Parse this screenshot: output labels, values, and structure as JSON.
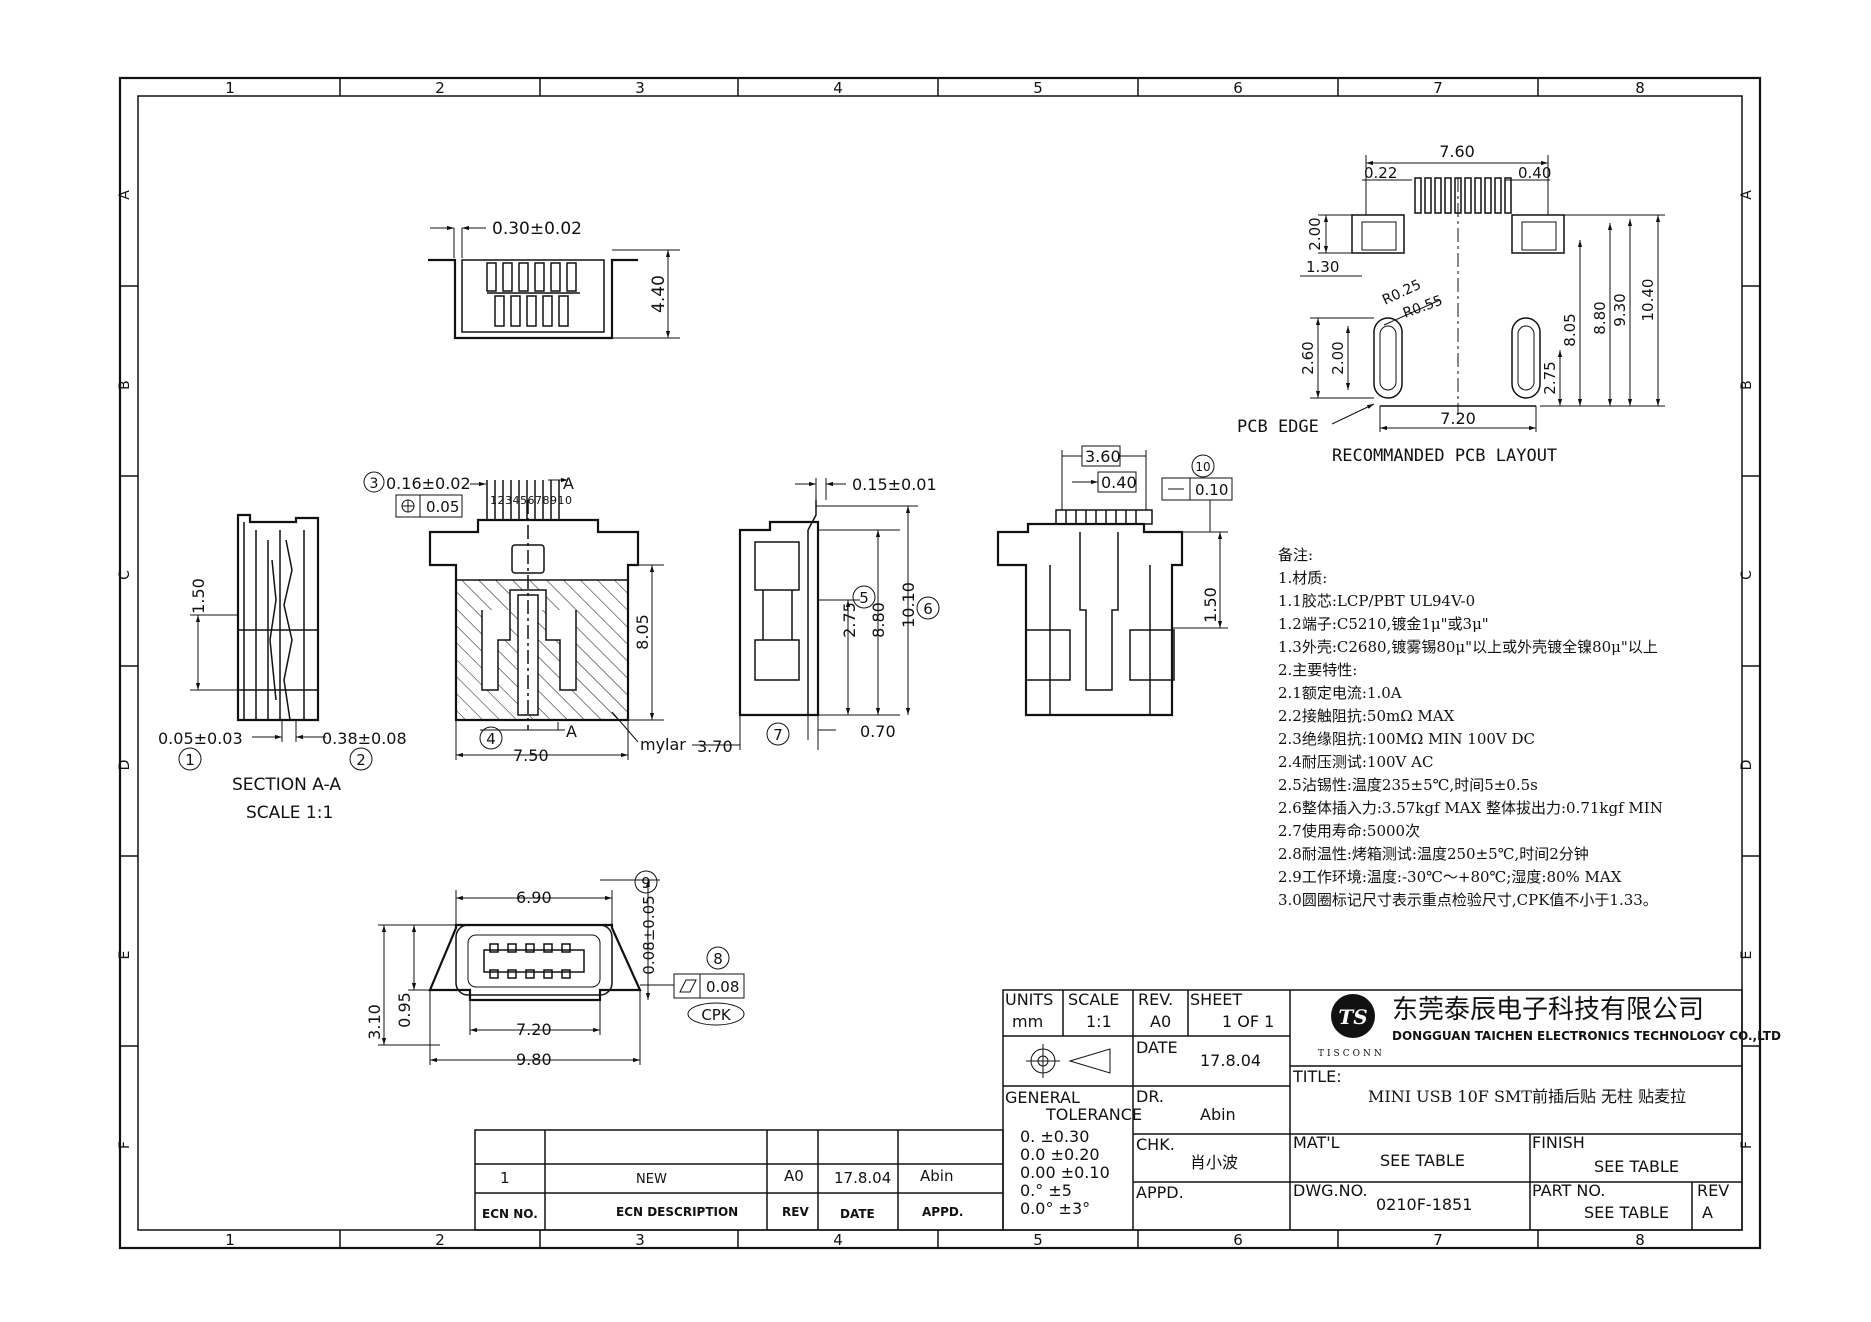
{
  "frame": {
    "col_labels": [
      "1",
      "2",
      "3",
      "4",
      "5",
      "6",
      "7",
      "8"
    ],
    "row_labels": [
      "A",
      "B",
      "C",
      "D",
      "E",
      "F"
    ]
  },
  "top_view": {
    "pin_pitch": "0.30±0.02",
    "height": "4.40"
  },
  "pcb_layout": {
    "width_total": "7.60",
    "pad_small": "0.22",
    "pad_pitch": "0.40",
    "dim_200a": "2.00",
    "dim_130": "1.30",
    "r025": "R0.25",
    "r055": "R0.55",
    "dim_260": "2.60",
    "dim_200b": "2.00",
    "dim_805": "8.05",
    "dim_880": "8.80",
    "dim_930": "9.30",
    "dim_1040": "10.40",
    "dim_275": "2.75",
    "width_720": "7.20",
    "pcb_edge": "PCB EDGE",
    "caption": "RECOMMANDED PCB LAYOUT"
  },
  "section_aa": {
    "dim_150": "1.50",
    "dim_a": "0.05±0.03",
    "dim_b": "0.38±0.08",
    "circ_1": "1",
    "circ_2": "2",
    "title": "SECTION A-A",
    "scale": "SCALE 1:1"
  },
  "front_view": {
    "circ_3": "3",
    "tol": "0.16±0.02",
    "flat": "0.05",
    "pins": "12345678910",
    "section_mark": "A",
    "dim_805": "8.05",
    "circ_4": "4",
    "width": "7.50",
    "section_mark_b": "A",
    "mylar": "mylar"
  },
  "side_view": {
    "tol": "0.15±0.01",
    "circ_5": "5",
    "dim_275": "2.75",
    "dim_880": "8.80",
    "dim_1010": "10.10",
    "circ_6": "6",
    "dim_370": "3.70",
    "circ_7": "7",
    "dim_070": "0.70"
  },
  "back_view": {
    "dim_360": "3.60",
    "dim_040": "0.40",
    "circ_10": "10",
    "flat": "0.10",
    "dim_150": "1.50"
  },
  "bottom_view": {
    "dim_690": "6.90",
    "circ_9": "9",
    "tol": "0.08±0.05",
    "dim_310": "3.10",
    "dim_095": "0.95",
    "dim_720": "7.20",
    "dim_980": "9.80",
    "circ_8": "8",
    "flat": "0.08",
    "cpk": "CPK"
  },
  "notes": [
    "备注:",
    "1.材质:",
    "1.1胶芯:LCP/PBT UL94V-0",
    "1.2端子:C5210,镀金1μ\"或3μ\"",
    "1.3外壳:C2680,镀雾锡80μ\"以上或外壳镀全镍80μ\"以上",
    "2.主要特性:",
    "2.1额定电流:1.0A",
    "2.2接触阻抗:50mΩ MAX",
    "2.3绝缘阻抗:100MΩ MIN 100V DC",
    "2.4耐压测试:100V AC",
    "2.5沾锡性:温度235±5℃,时间5±0.5s",
    "2.6整体插入力:3.57kgf MAX 整体拔出力:0.71kgf MIN",
    "2.7使用寿命:5000次",
    "2.8耐温性:烤箱测试:温度250±5℃,时间2分钟",
    "2.9工作环境:温度:-30℃～+80℃;湿度:80% MAX",
    "3.0圆圈标记尺寸表示重点检验尺寸,CPK值不小于1.33。"
  ],
  "title_block": {
    "units_label": "UNITS",
    "units": "mm",
    "scale_label": "SCALE",
    "scale": "1:1",
    "rev_label": "REV.",
    "rev": "A0",
    "sheet_label": "SHEET",
    "sheet": "1 OF 1",
    "company_cn": "东莞泰辰电子科技有限公司",
    "company_en": "DONGGUAN TAICHEN ELECTRONICS TECHNOLOGY CO.,LTD",
    "logo_text": "TISCONN",
    "date_label": "DATE",
    "date": "17.8.04",
    "title_label": "TITLE:",
    "title": "MINI USB 10F SMT前插后贴 无柱 贴麦拉",
    "general": "GENERAL",
    "tolerance": "TOLERANCE",
    "tol_lines": [
      "0.    ±0.30",
      "0.0   ±0.20",
      "0.00  ±0.10",
      "0.°   ±5",
      "0.0°  ±3°"
    ],
    "dr_label": "DR.",
    "dr": "Abin",
    "chk_label": "CHK.",
    "chk": "肖小波",
    "appd_label": "APPD.",
    "matl_label": "MAT'L",
    "matl": "SEE TABLE",
    "finish_label": "FINISH",
    "finish": "SEE TABLE",
    "dwg_label": "DWG.NO.",
    "dwg": "0210F-1851",
    "part_label": "PART NO.",
    "part": "SEE TABLE",
    "rev2_label": "REV",
    "rev2": "A"
  },
  "ecn": {
    "row": {
      "no": "1",
      "desc": "NEW",
      "rev": "A0",
      "date": "17.8.04",
      "appd": "Abin"
    },
    "headers": {
      "no": "ECN NO.",
      "desc": "ECN  DESCRIPTION",
      "rev": "REV",
      "date": "DATE",
      "appd": "APPD."
    }
  }
}
